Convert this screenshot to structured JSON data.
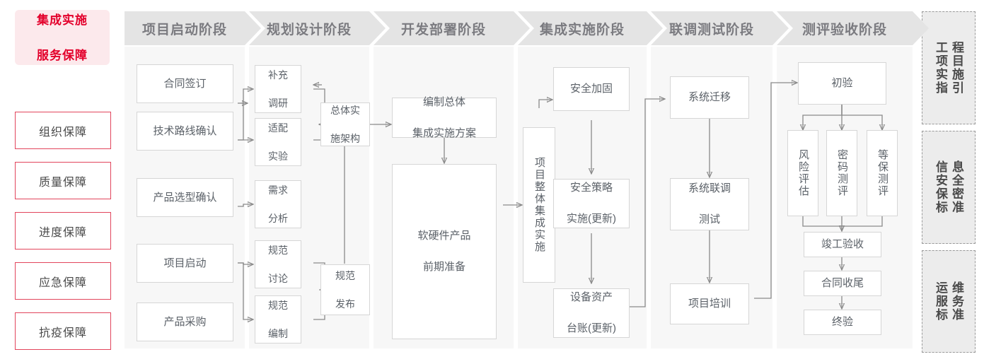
{
  "left_panel": {
    "title": "集成实施\n服务保障",
    "title_line1": "集成实施",
    "title_line2": "服务保障",
    "items": [
      {
        "label": "组织保障"
      },
      {
        "label": "质量保障"
      },
      {
        "label": "进度保障"
      },
      {
        "label": "应急保障"
      },
      {
        "label": "抗疫保障"
      }
    ]
  },
  "phases": [
    {
      "label": "项目启动阶段"
    },
    {
      "label": "规划设计阶段"
    },
    {
      "label": "开发部署阶段"
    },
    {
      "label": "集成实施阶段"
    },
    {
      "label": "联调测试阶段"
    },
    {
      "label": "测评验收阶段"
    }
  ],
  "nodes": {
    "p1": [
      {
        "label": "合同签订"
      },
      {
        "label": "技术路线确认"
      },
      {
        "label": "产品选型确认"
      },
      {
        "label": "项目启动"
      },
      {
        "label": "产品采购"
      }
    ],
    "p2": [
      {
        "line1": "补充",
        "line2": "调研"
      },
      {
        "line1": "适配",
        "line2": "实验"
      },
      {
        "line1": "需求",
        "line2": "分析"
      },
      {
        "line1": "规范",
        "line2": "讨论"
      },
      {
        "line1": "规范",
        "line2": "编制"
      },
      {
        "line1": "总体实",
        "line2": "施架构"
      },
      {
        "line1": "规范",
        "line2": "发布"
      }
    ],
    "p3": [
      {
        "line1": "编制总体",
        "line2": "集成实施方案"
      },
      {
        "line1": "软硬件产品",
        "line2": "前期准备"
      }
    ],
    "p4": [
      {
        "label": "项目整体集成实施"
      },
      {
        "line1": "安全加固",
        "line2": ""
      },
      {
        "line1": "安全策略",
        "line2": "实施(更新)"
      },
      {
        "line1": "设备资产",
        "line2": "台账(更新)"
      }
    ],
    "p5": [
      {
        "line1": "系统迁移",
        "line2": ""
      },
      {
        "line1": "系统联调",
        "line2": "测试"
      },
      {
        "line1": "项目培训",
        "line2": ""
      }
    ],
    "p6": [
      {
        "label": "初验"
      },
      {
        "label": "风险评估"
      },
      {
        "label": "密码测评"
      },
      {
        "label": "等保测评"
      },
      {
        "label": "竣工验收"
      },
      {
        "label": "合同收尾"
      },
      {
        "label": "终验"
      }
    ]
  },
  "rail": [
    {
      "col_right": "程目施引",
      "col_left": "工项实指",
      "full": "工程项目实施指引"
    },
    {
      "col_right": "息全密准",
      "col_left": "信安保标",
      "full": "信息安全保密标准"
    },
    {
      "col_right": "维务准",
      "col_left": "运服标",
      "full": "运维服务标准"
    }
  ],
  "colors": {
    "accent_red": "#e3002b",
    "title_bg": "#fce9ec",
    "box_border_red": "#e2455c",
    "phase_header_bg": "#e4e4e4",
    "phase_header_text": "#7b7b80",
    "column_bg": "#f7f7f7",
    "node_border": "#d6d6d6",
    "node_text": "#5b6168",
    "connector": "#8a8a8a",
    "rail_bg": "#ececec",
    "rail_border": "#9a9a9a"
  }
}
